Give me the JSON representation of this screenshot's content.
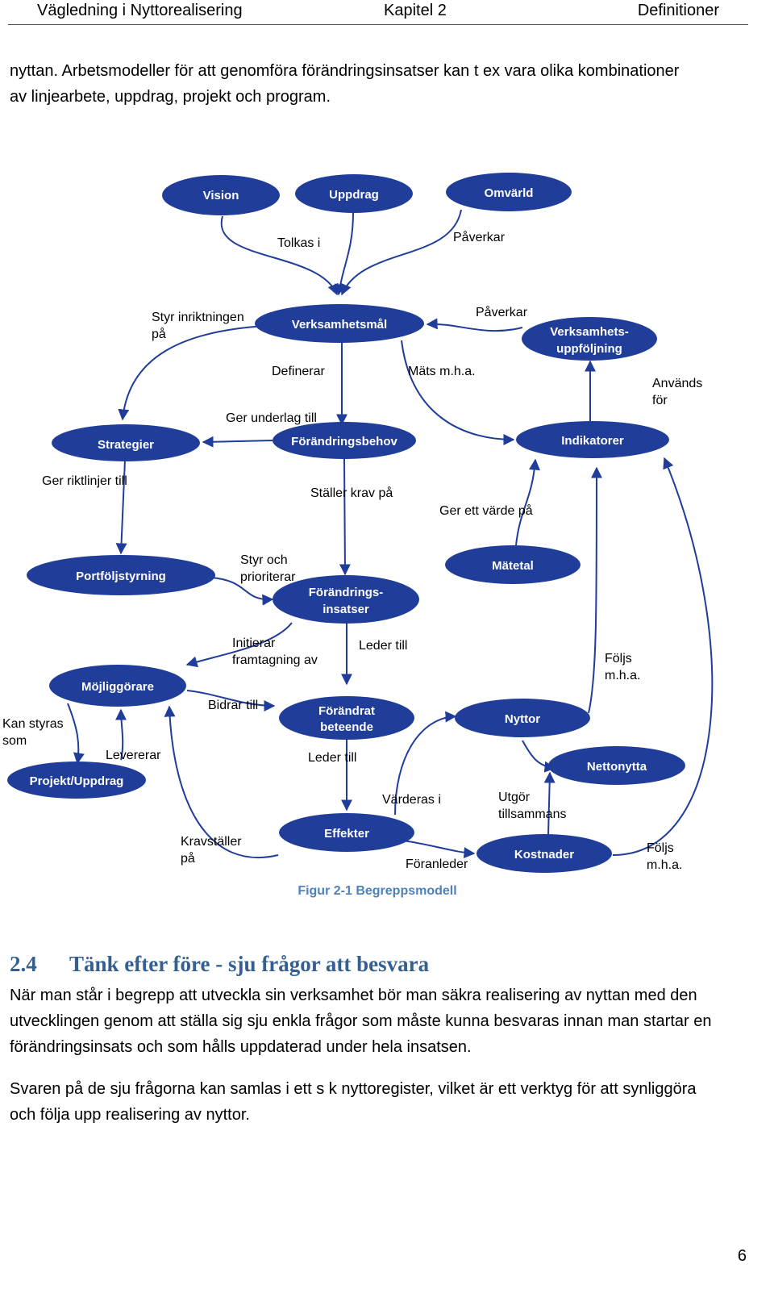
{
  "header": {
    "left": "Vägledning i Nyttorealisering",
    "center": "Kapitel 2",
    "right": "Definitioner"
  },
  "intro": {
    "line1": "nyttan. Arbetsmodeller för att genomföra förändringsinsatser kan t ex vara olika kombinationer",
    "line2": "av linjearbete, uppdrag, projekt och program."
  },
  "diagram": {
    "colors": {
      "node_fill": "#1f3d99",
      "arrow": "#1f3d99"
    },
    "nodes": {
      "vision": "Vision",
      "uppdrag": "Uppdrag",
      "omvarld": "Omvärld",
      "verksamhetsmal": "Verksamhetsmål",
      "verksamhetsuppfoljning_1": "Verksamhets-",
      "verksamhetsuppfoljning_2": "uppföljning",
      "strategier": "Strategier",
      "forandringsbehov": "Förändringsbehov",
      "indikatorer": "Indikatorer",
      "portfoljstyrning": "Portföljstyrning",
      "forandringsinsatser_1": "Förändrings-",
      "forandringsinsatser_2": "insatser",
      "matetal": "Mätetal",
      "mojliggorare": "Möjliggörare",
      "forandrat_beteende_1": "Förändrat",
      "forandrat_beteende_2": "beteende",
      "nyttor": "Nyttor",
      "projekt_uppdrag": "Projekt/Uppdrag",
      "nettonytta": "Nettonytta",
      "effekter": "Effekter",
      "kostnader": "Kostnader"
    },
    "labels": {
      "tolkas_i": "Tolkas i",
      "paverkar_1": "Påverkar",
      "styr_inriktningen_1": "Styr inriktningen",
      "styr_inriktningen_2": "på",
      "paverkar_2": "Påverkar",
      "definerar": "Definerar",
      "mats_mha": "Mäts m.h.a.",
      "anvands_for_1": "Används",
      "anvands_for_2": "för",
      "ger_underlag_till": "Ger underlag till",
      "ger_riktlinjer_till": "Ger riktlinjer till",
      "staller_krav_pa": "Ställer krav på",
      "ger_ett_varde_pa": "Ger ett värde på",
      "styr_och_prioriterar_1": "Styr och",
      "styr_och_prioriterar_2": "prioriterar",
      "initierar_1": "Initierar",
      "initierar_2": "framtagning av",
      "leder_till_1": "Leder till",
      "foljs_mha_1a": "Följs",
      "foljs_mha_1b": "m.h.a.",
      "kan_styras_som_1": "Kan styras",
      "kan_styras_som_2": "som",
      "bidrar_till": "Bidrar till",
      "levererar": "Levererar",
      "leder_till_2": "Leder till",
      "varderas_i": "Värderas i",
      "utgor_1": "Utgör",
      "utgor_2": "tillsammans",
      "kravstaller_1": "Kravställer",
      "kravstaller_2": "på",
      "foranleder": "Föranleder",
      "foljs_mha_2a": "Följs",
      "foljs_mha_2b": "m.h.a."
    }
  },
  "caption": "Figur 2-1 Begreppsmodell",
  "section": {
    "number": "2.4",
    "title": "Tänk efter före - sju frågor att besvara"
  },
  "body": {
    "p1_l1": "När man står i begrepp att utveckla sin verksamhet bör man säkra realisering av nyttan med den",
    "p1_l2": "utvecklingen genom att ställa sig sju enkla frågor som måste kunna besvaras innan man startar en",
    "p1_l3": "förändringsinsats och som hålls uppdaterad under hela insatsen.",
    "p2_l1": "Svaren på de sju frågorna kan samlas i ett s k nyttoregister, vilket är ett verktyg för att synliggöra",
    "p2_l2": "och följa upp realisering av nyttor."
  },
  "page_number": "6"
}
